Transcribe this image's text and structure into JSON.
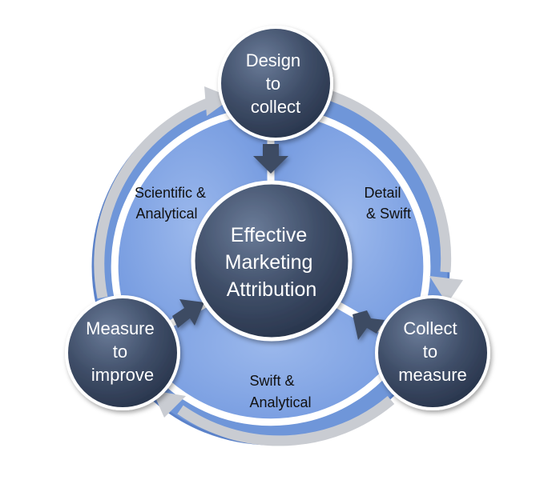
{
  "center": {
    "lines": [
      "Effective",
      "Marketing",
      "Attribution"
    ]
  },
  "nodes": [
    {
      "id": "design",
      "lines": [
        "Design",
        "to",
        "collect"
      ]
    },
    {
      "id": "collect",
      "lines": [
        "Collect",
        "to",
        "measure"
      ]
    },
    {
      "id": "measure",
      "lines": [
        "Measure",
        "to",
        "improve"
      ]
    }
  ],
  "segment_labels": [
    {
      "id": "scientific",
      "lines": [
        "Scientific &",
        "Analytical"
      ]
    },
    {
      "id": "detail",
      "lines": [
        "Detail",
        "& Swift"
      ]
    },
    {
      "id": "swift",
      "lines": [
        "Swift &",
        "Analytical"
      ]
    }
  ],
  "colors": {
    "outer_ring": "#6f96d9",
    "segment_fill": "#7ea2e3",
    "node_fill": "#3c4b63",
    "cycle_arrow": "#c9ccd2",
    "inner_arrow": "#3c4b63"
  }
}
